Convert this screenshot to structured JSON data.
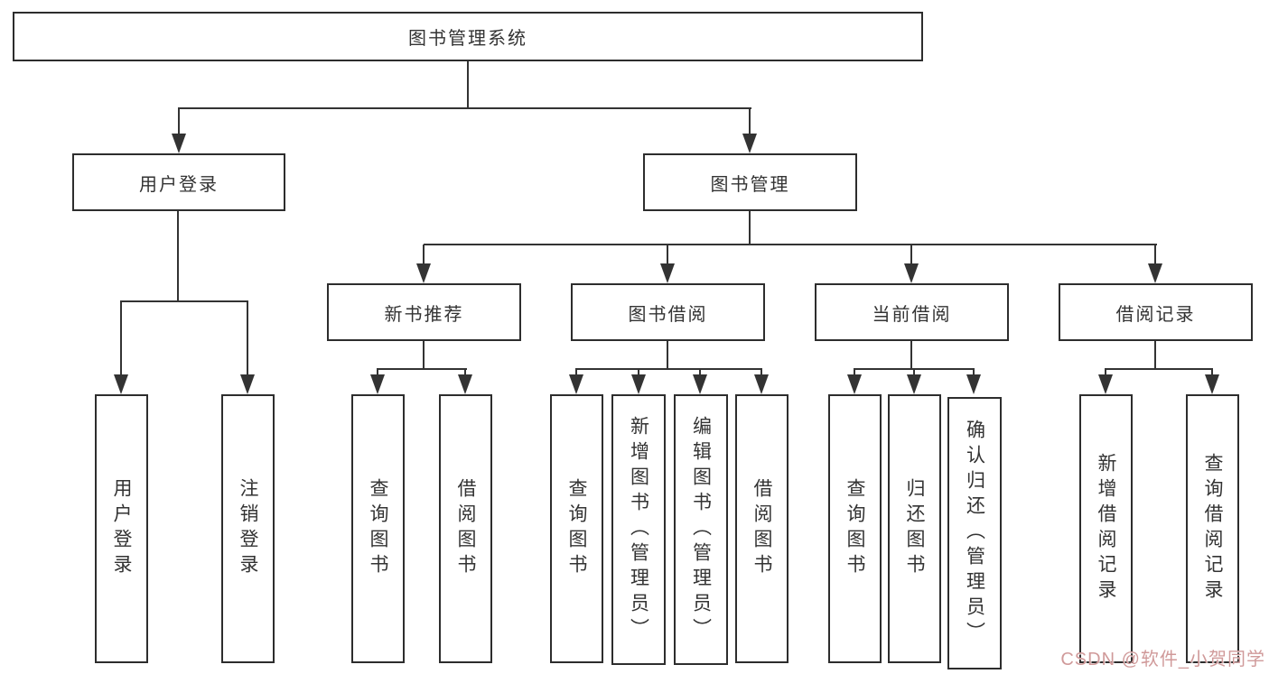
{
  "root_label": "图书管理系统",
  "level2": [
    "用户登录",
    "图书管理"
  ],
  "level3": [
    "新书推荐",
    "图书借阅",
    "当前借阅",
    "借阅记录"
  ],
  "leaves": {
    "user_login": [
      "用户登录",
      "注销登录"
    ],
    "new_books": [
      "查询图书",
      "借阅图书"
    ],
    "book_borrowing": [
      "查询图书",
      "新增图书（管理员）",
      "编辑图书（管理员）",
      "借阅图书"
    ],
    "current_borrowing": [
      "查询图书",
      "归还图书",
      "确认归还（管理员）"
    ],
    "borrowing_records": [
      "新增借阅记录",
      "查询借阅记录"
    ]
  },
  "watermark": "CSDN @软件_小贺同学",
  "colors": {
    "line": "#333333",
    "border": "#2d2d2d",
    "text": "#333333",
    "watermark": "#d09a9a"
  }
}
